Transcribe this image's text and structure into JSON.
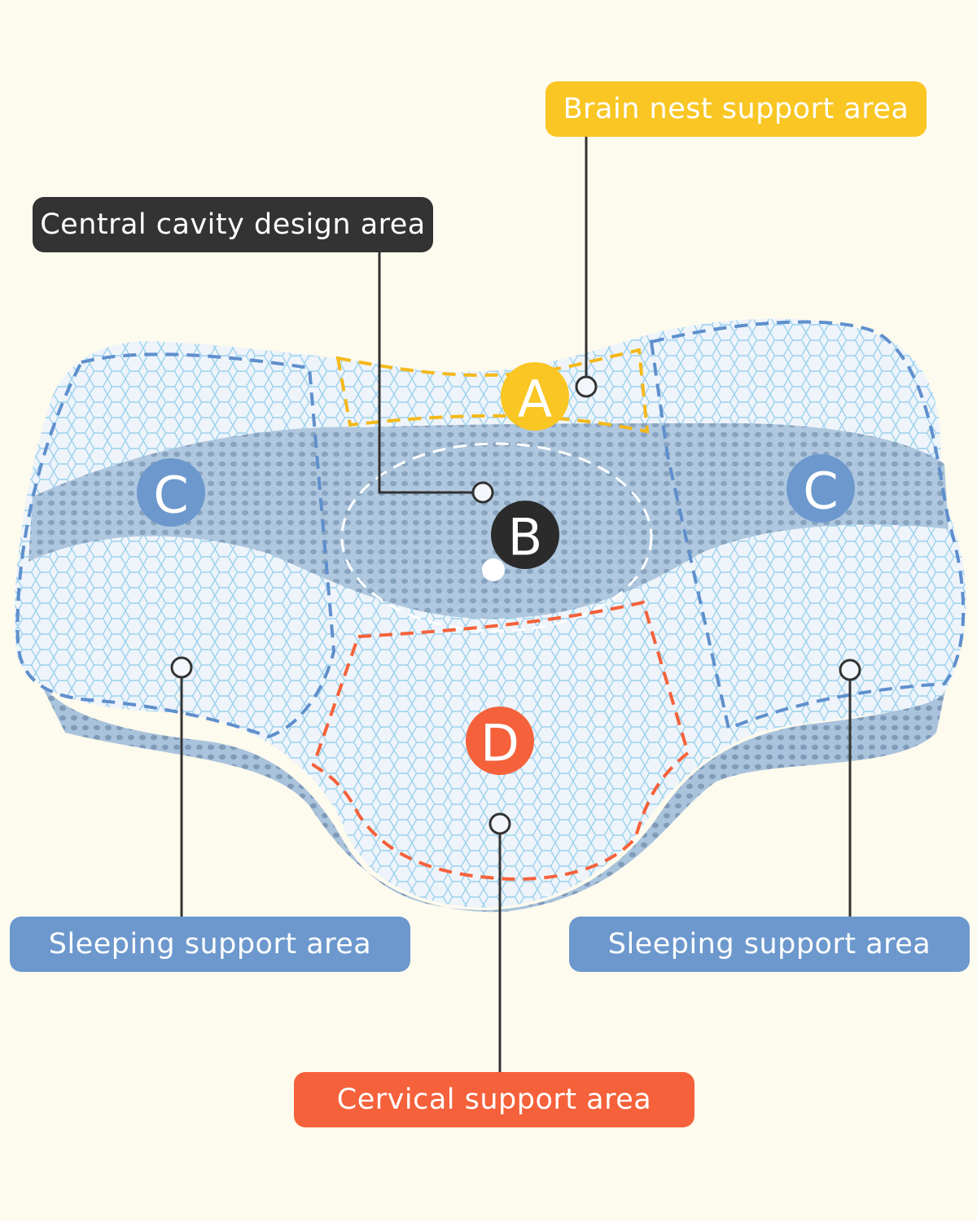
{
  "labels": {
    "brain_nest": "Brain nest support area",
    "central_cavity": "Central cavity design area",
    "sleeping_left": "Sleeping support area",
    "sleeping_right": "Sleeping support area",
    "cervical": "Cervical support area"
  },
  "markers": {
    "a": "A",
    "b": "B",
    "c_left": "C",
    "c_right": "C",
    "d": "D"
  },
  "colors": {
    "background": "#fdfaee",
    "brain_nest": "#f9c623",
    "central_cavity": "#333333",
    "sleeping": "#6c98cd",
    "cervical": "#f5613a"
  }
}
